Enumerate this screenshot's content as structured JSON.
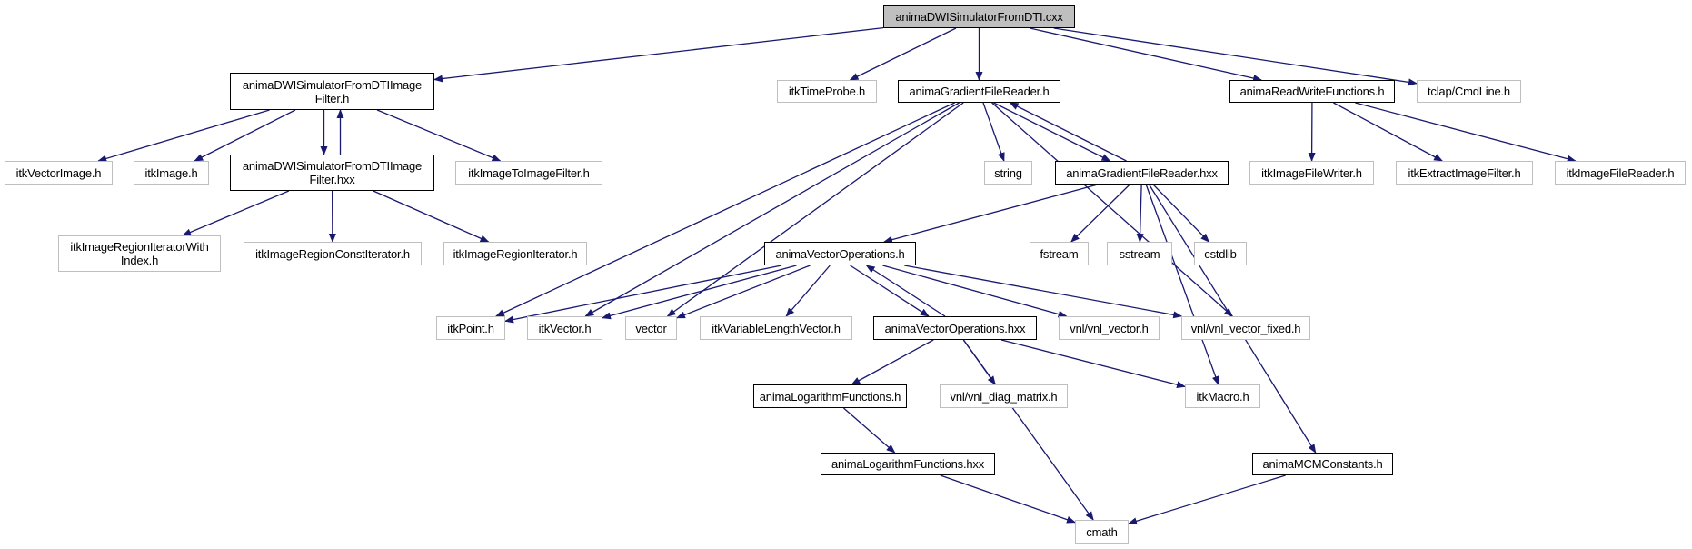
{
  "graph": {
    "title": "animaDWISimulatorFromDTI.cxx",
    "edge_color": "#191970",
    "nodes": {
      "root": {
        "label": "animaDWISimulatorFromDTI.cxx",
        "kind": "root"
      },
      "dwif_h": {
        "label": "animaDWISimulatorFromDTIImage\nFilter.h",
        "kind": "int"
      },
      "timeprobe": {
        "label": "itkTimeProbe.h",
        "kind": "ext"
      },
      "gfr_h": {
        "label": "animaGradientFileReader.h",
        "kind": "int"
      },
      "rw_h": {
        "label": "animaReadWriteFunctions.h",
        "kind": "int"
      },
      "tclap": {
        "label": "tclap/CmdLine.h",
        "kind": "ext"
      },
      "vecimage": {
        "label": "itkVectorImage.h",
        "kind": "ext"
      },
      "image": {
        "label": "itkImage.h",
        "kind": "ext"
      },
      "dwif_hxx": {
        "label": "animaDWISimulatorFromDTIImage\nFilter.hxx",
        "kind": "int"
      },
      "img2img": {
        "label": "itkImageToImageFilter.h",
        "kind": "ext"
      },
      "string": {
        "label": "string",
        "kind": "ext"
      },
      "gfr_hxx": {
        "label": "animaGradientFileReader.hxx",
        "kind": "int"
      },
      "writer": {
        "label": "itkImageFileWriter.h",
        "kind": "ext"
      },
      "extract": {
        "label": "itkExtractImageFilter.h",
        "kind": "ext"
      },
      "reader": {
        "label": "itkImageFileReader.h",
        "kind": "ext"
      },
      "iterwi": {
        "label": "itkImageRegionIteratorWith\nIndex.h",
        "kind": "ext"
      },
      "constiter": {
        "label": "itkImageRegionConstIterator.h",
        "kind": "ext"
      },
      "regiter": {
        "label": "itkImageRegionIterator.h",
        "kind": "ext"
      },
      "vecops_h": {
        "label": "animaVectorOperations.h",
        "kind": "int"
      },
      "fstream": {
        "label": "fstream",
        "kind": "ext"
      },
      "sstream": {
        "label": "sstream",
        "kind": "ext"
      },
      "cstdlib": {
        "label": "cstdlib",
        "kind": "ext"
      },
      "point": {
        "label": "itkPoint.h",
        "kind": "ext"
      },
      "itkvector": {
        "label": "itkVector.h",
        "kind": "ext"
      },
      "vector": {
        "label": "vector",
        "kind": "ext"
      },
      "varlen": {
        "label": "itkVariableLengthVector.h",
        "kind": "ext"
      },
      "vecops_hxx": {
        "label": "animaVectorOperations.hxx",
        "kind": "int"
      },
      "vnlvec": {
        "label": "vnl/vnl_vector.h",
        "kind": "ext"
      },
      "vnlfixed": {
        "label": "vnl/vnl_vector_fixed.h",
        "kind": "ext"
      },
      "log_h": {
        "label": "animaLogarithmFunctions.h",
        "kind": "int"
      },
      "diag": {
        "label": "vnl/vnl_diag_matrix.h",
        "kind": "ext"
      },
      "macro": {
        "label": "itkMacro.h",
        "kind": "ext"
      },
      "log_hxx": {
        "label": "animaLogarithmFunctions.hxx",
        "kind": "int"
      },
      "mcm": {
        "label": "animaMCMConstants.h",
        "kind": "int"
      },
      "cmath": {
        "label": "cmath",
        "kind": "ext"
      }
    },
    "edges": [
      [
        "root",
        "dwif_h"
      ],
      [
        "root",
        "timeprobe"
      ],
      [
        "root",
        "gfr_h"
      ],
      [
        "root",
        "rw_h"
      ],
      [
        "root",
        "tclap"
      ],
      [
        "dwif_h",
        "vecimage"
      ],
      [
        "dwif_h",
        "image"
      ],
      [
        "dwif_h",
        "dwif_hxx"
      ],
      [
        "dwif_h",
        "img2img"
      ],
      [
        "dwif_hxx",
        "dwif_h"
      ],
      [
        "dwif_hxx",
        "iterwi"
      ],
      [
        "dwif_hxx",
        "constiter"
      ],
      [
        "dwif_hxx",
        "regiter"
      ],
      [
        "gfr_h",
        "point"
      ],
      [
        "gfr_h",
        "itkvector"
      ],
      [
        "gfr_h",
        "vector"
      ],
      [
        "gfr_h",
        "string"
      ],
      [
        "gfr_h",
        "gfr_hxx"
      ],
      [
        "gfr_h",
        "vnlfixed"
      ],
      [
        "gfr_hxx",
        "gfr_h"
      ],
      [
        "gfr_hxx",
        "vecops_h"
      ],
      [
        "gfr_hxx",
        "fstream"
      ],
      [
        "gfr_hxx",
        "sstream"
      ],
      [
        "gfr_hxx",
        "cstdlib"
      ],
      [
        "gfr_hxx",
        "macro"
      ],
      [
        "gfr_hxx",
        "mcm"
      ],
      [
        "rw_h",
        "writer"
      ],
      [
        "rw_h",
        "extract"
      ],
      [
        "rw_h",
        "reader"
      ],
      [
        "vecops_h",
        "point"
      ],
      [
        "vecops_h",
        "itkvector"
      ],
      [
        "vecops_h",
        "vector"
      ],
      [
        "vecops_h",
        "varlen"
      ],
      [
        "vecops_h",
        "vecops_hxx"
      ],
      [
        "vecops_h",
        "vnlvec"
      ],
      [
        "vecops_h",
        "vnlfixed"
      ],
      [
        "vecops_hxx",
        "vecops_h"
      ],
      [
        "vecops_hxx",
        "log_h"
      ],
      [
        "vecops_hxx",
        "diag"
      ],
      [
        "vecops_hxx",
        "macro"
      ],
      [
        "vecops_hxx",
        "cmath"
      ],
      [
        "log_h",
        "log_hxx"
      ],
      [
        "log_hxx",
        "cmath"
      ],
      [
        "mcm",
        "cmath"
      ]
    ]
  }
}
